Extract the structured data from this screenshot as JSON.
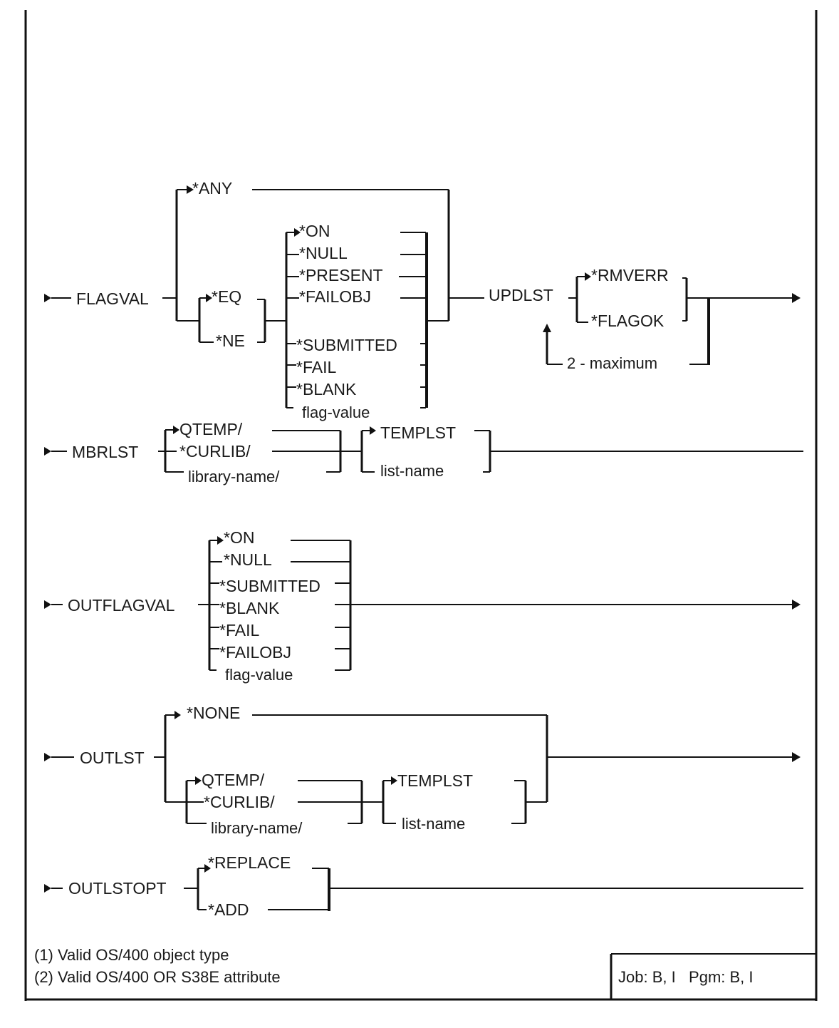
{
  "diagram": {
    "type": "syntax-diagram",
    "parameters": {
      "flagval": {
        "keyword": "FLAGVAL",
        "any": "*ANY",
        "operators": [
          "*EQ",
          "*NE"
        ],
        "values": [
          "*ON",
          "*NULL",
          "*PRESENT",
          "*FAILOBJ",
          "*SUBMITTED",
          "*FAIL",
          "*BLANK",
          "flag-value"
        ]
      },
      "updlst": {
        "keyword": "UPDLST",
        "values": [
          "*RMVERR",
          "*FLAGOK"
        ],
        "repeat_label": "2 - maximum"
      },
      "mbrlst": {
        "keyword": "MBRLST",
        "libraries": [
          "QTEMP/",
          "*CURLIB/",
          "library-name/"
        ],
        "names": [
          "TEMPLST",
          "list-name"
        ]
      },
      "outflagval": {
        "keyword": "OUTFLAGVAL",
        "values": [
          "*ON",
          "*NULL",
          "*SUBMITTED",
          "*BLANK",
          "*FAIL",
          "*FAILOBJ",
          "flag-value"
        ]
      },
      "outlst": {
        "keyword": "OUTLST",
        "none": "*NONE",
        "libraries": [
          "QTEMP/",
          "*CURLIB/",
          "library-name/"
        ],
        "names": [
          "TEMPLST",
          "list-name"
        ]
      },
      "outlstopt": {
        "keyword": "OUTLSTOPT",
        "values": [
          "*REPLACE",
          "*ADD"
        ]
      }
    },
    "footnotes": [
      "(1) Valid OS/400 object type",
      "(2) Valid OS/400 OR S38E attribute"
    ],
    "applicability": "Job: B, I   Pgm: B, I"
  }
}
